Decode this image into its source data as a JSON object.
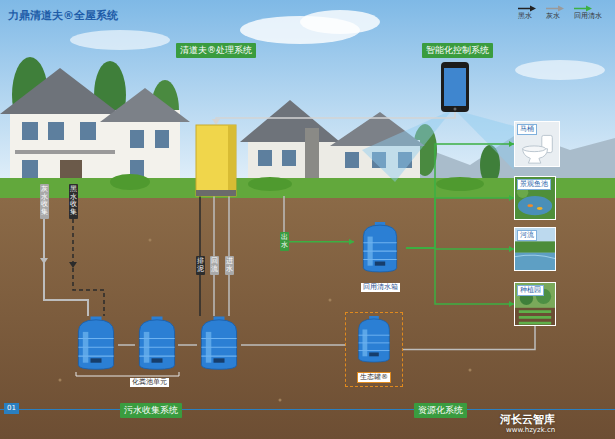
{
  "diagram": {
    "title": "力鼎清道夫®全屋系统",
    "nodes": [
      {
        "text": [
          "清道夫®处理系统"
        ]
      },
      {
        "text": [
          "智能化控制系统"
        ]
      },
      {
        "text": [
          "马桶"
        ]
      },
      {
        "text": [
          "景观鱼池"
        ]
      },
      {
        "text": [
          "河流"
        ]
      },
      {
        "text": [
          "种植园"
        ]
      },
      {
        "text": [
          "灰水收集"
        ]
      },
      {
        "text": [
          "黑水收集"
        ]
      },
      {
        "text": [
          "排泥"
        ]
      },
      {
        "text": [
          "回流"
        ]
      },
      {
        "text": [
          "进水"
        ]
      },
      {
        "text": [
          "出水"
        ]
      },
      {
        "text": [
          "回用清水箱"
        ]
      },
      {
        "text": [
          "生态罐®"
        ]
      },
      {
        "text": [
          "污水收集系统"
        ]
      },
      {
        "text": [
          "资源化系统"
        ]
      }
    ],
    "edges": [
      {
        "from": 11,
        "to": 12,
        "arrow": "to"
      },
      {
        "from": 12,
        "to": 2,
        "arrow": "to"
      },
      {
        "from": 12,
        "to": 3,
        "arrow": "to"
      },
      {
        "from": 12,
        "to": 4,
        "arrow": "to"
      },
      {
        "from": 12,
        "to": 5,
        "arrow": "to"
      },
      {
        "from": 13,
        "to": 5,
        "arrow": "none"
      }
    ],
    "labels": [
      "化粪池单元",
      "01",
      "河长云智库",
      "www.hzyzk.cn"
    ],
    "legend": [
      {
        "text": "黑水"
      },
      {
        "text": "灰水"
      },
      {
        "text": "回用清水"
      }
    ]
  }
}
